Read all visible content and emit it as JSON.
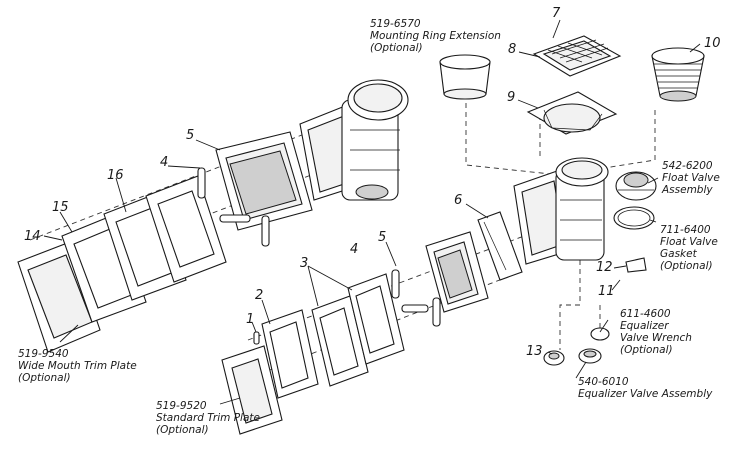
{
  "callouts": {
    "n1": "1",
    "n2": "2",
    "n3": "3",
    "n4a": "4",
    "n4b": "4",
    "n5a": "5",
    "n5b": "5",
    "n6": "6",
    "n7": "7",
    "n8": "8",
    "n9": "9",
    "n10": "10",
    "n11": "11",
    "n12": "12",
    "n13": "13",
    "n14": "14",
    "n15": "15",
    "n16": "16"
  },
  "labels": {
    "mounting_ring": [
      "519-6570",
      "Mounting Ring Extension",
      "(Optional)"
    ],
    "float_valve": [
      "542-6200",
      "Float Valve",
      "Assembly"
    ],
    "float_gasket": [
      "711-6400",
      "Float Valve",
      "Gasket",
      "(Optional)"
    ],
    "wrench": [
      "611-4600",
      "Equalizer",
      "Valve Wrench",
      "(Optional)"
    ],
    "equalizer_valve": [
      "540-6010",
      "Equalizer Valve Assembly"
    ],
    "wide_mouth": [
      "519-9540",
      "Wide Mouth Trim Plate",
      "(Optional)"
    ],
    "standard_trim": [
      "519-9520",
      "Standard Trim Plate",
      "(Optional)"
    ]
  }
}
